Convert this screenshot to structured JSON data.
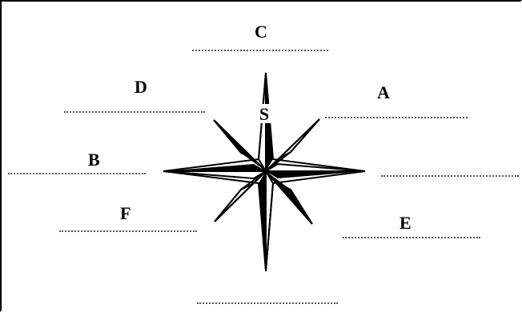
{
  "diagram": {
    "labels": {
      "a": "A",
      "b": "B",
      "c": "C",
      "d": "D",
      "e": "E",
      "f": "F"
    },
    "center_letter": "S",
    "colors": {
      "ink": "#000000",
      "paper": "#ffffff",
      "dots": "#555555"
    }
  }
}
